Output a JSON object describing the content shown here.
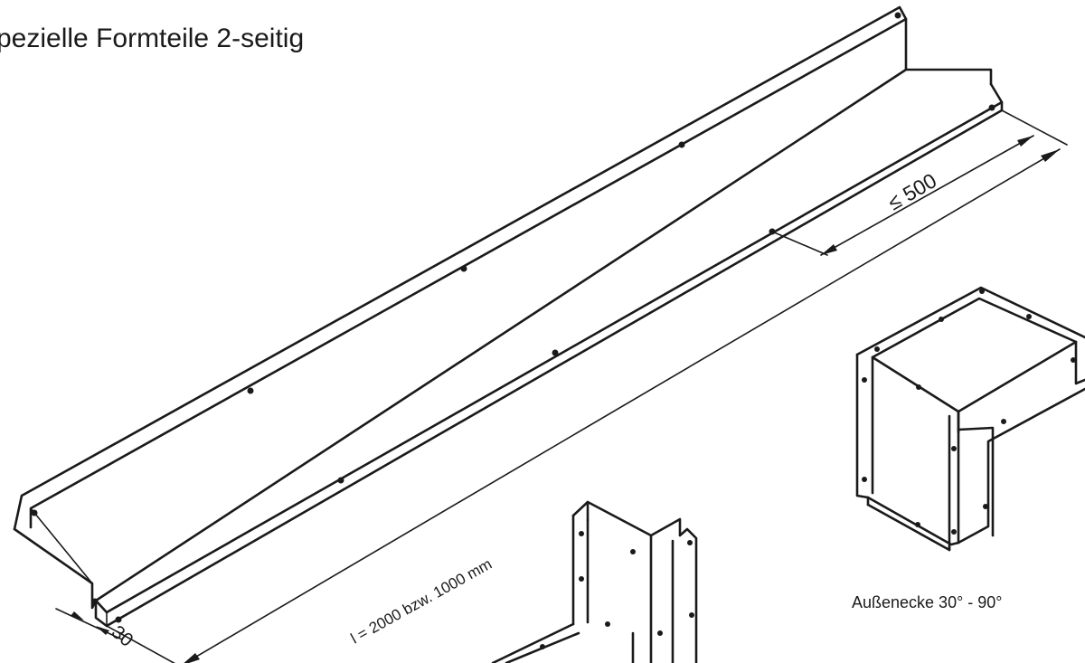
{
  "title": "pezielle Formteile 2-seitig",
  "labels": {
    "length": "l = 2000 bzw. 1000 mm",
    "overlap": "≤ 500",
    "width": "30",
    "outer_corner": "Außenecke 30° - 90°"
  },
  "colors": {
    "line": "#1a1a1a",
    "background": "#ffffff"
  }
}
